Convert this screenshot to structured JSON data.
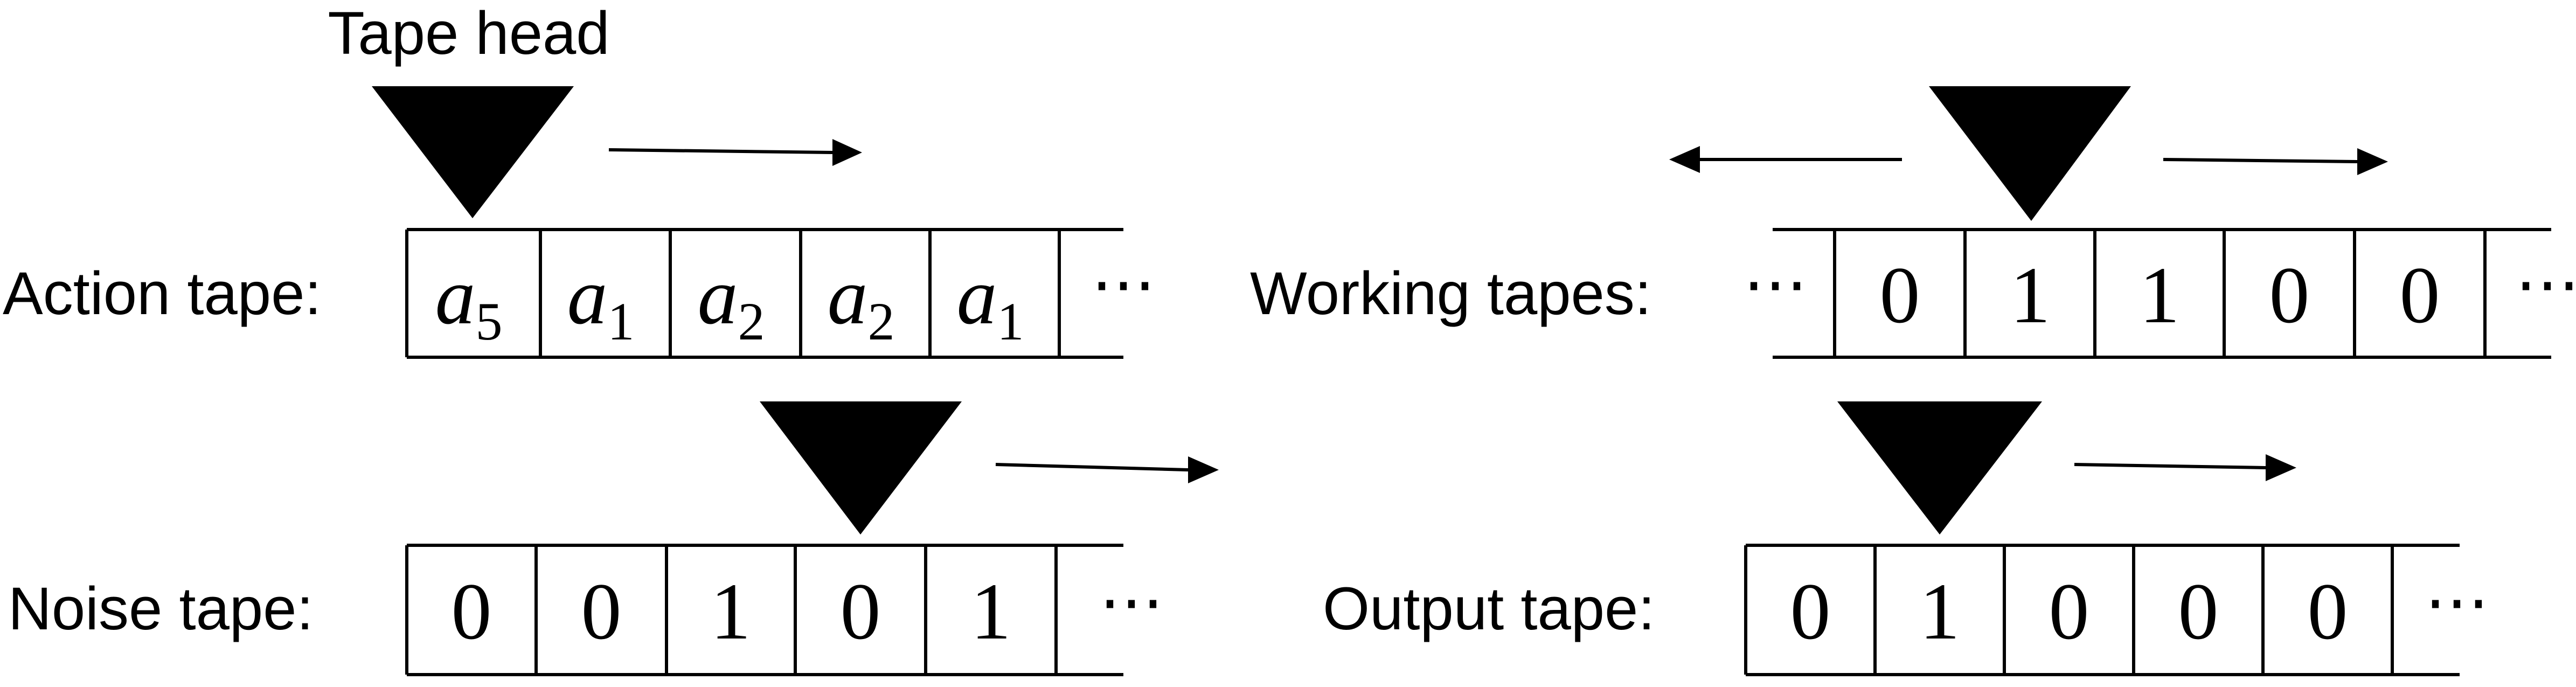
{
  "tape_head_label": "Tape head",
  "action_tape": {
    "label": "Action tape:",
    "cells": [
      {
        "base": "a",
        "sub": "5"
      },
      {
        "base": "a",
        "sub": "1"
      },
      {
        "base": "a",
        "sub": "2"
      },
      {
        "base": "a",
        "sub": "2"
      },
      {
        "base": "a",
        "sub": "1"
      }
    ],
    "ellipsis_right": "⋯"
  },
  "noise_tape": {
    "label": "Noise tape:",
    "cells": [
      "0",
      "0",
      "1",
      "0",
      "1"
    ],
    "ellipsis_right": "⋯"
  },
  "working_tapes": {
    "label": "Working tapes:",
    "ellipsis_left": "⋯",
    "cells": [
      "0",
      "1",
      "1",
      "0",
      "0"
    ],
    "ellipsis_right": "⋯"
  },
  "output_tape": {
    "label": "Output tape:",
    "cells": [
      "0",
      "1",
      "0",
      "0",
      "0"
    ],
    "ellipsis_right": "⋯"
  },
  "colors": {
    "ink": "#000000",
    "background": "#ffffff"
  }
}
